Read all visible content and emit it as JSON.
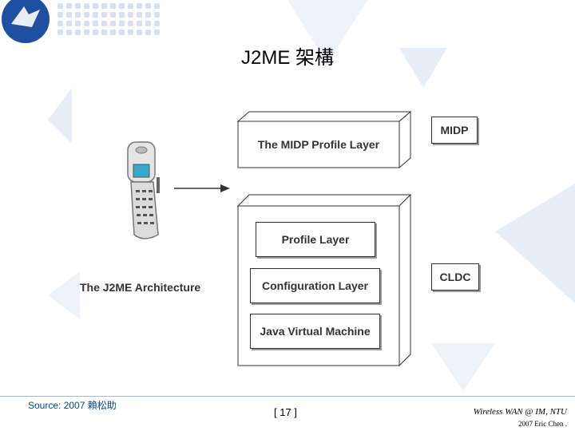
{
  "slide": {
    "title": "J2ME 架構",
    "caption": "The J2ME Architecture"
  },
  "diagram": {
    "midp_layer": "The MIDP Profile Layer",
    "profile_layer": "Profile Layer",
    "configuration_layer": "Configuration Layer",
    "jvm_layer": "Java Virtual Machine",
    "midp_tag": "MIDP",
    "cldc_tag": "CLDC"
  },
  "footer": {
    "source": "Source: 2007 賴松助",
    "page": "[ 17 ]",
    "course": "Wireless WAN @ IM, NTU",
    "copyright": "2007 Eric Chen ."
  },
  "colors": {
    "accent": "#1f4fa0",
    "deco": "#e6ecf6"
  }
}
